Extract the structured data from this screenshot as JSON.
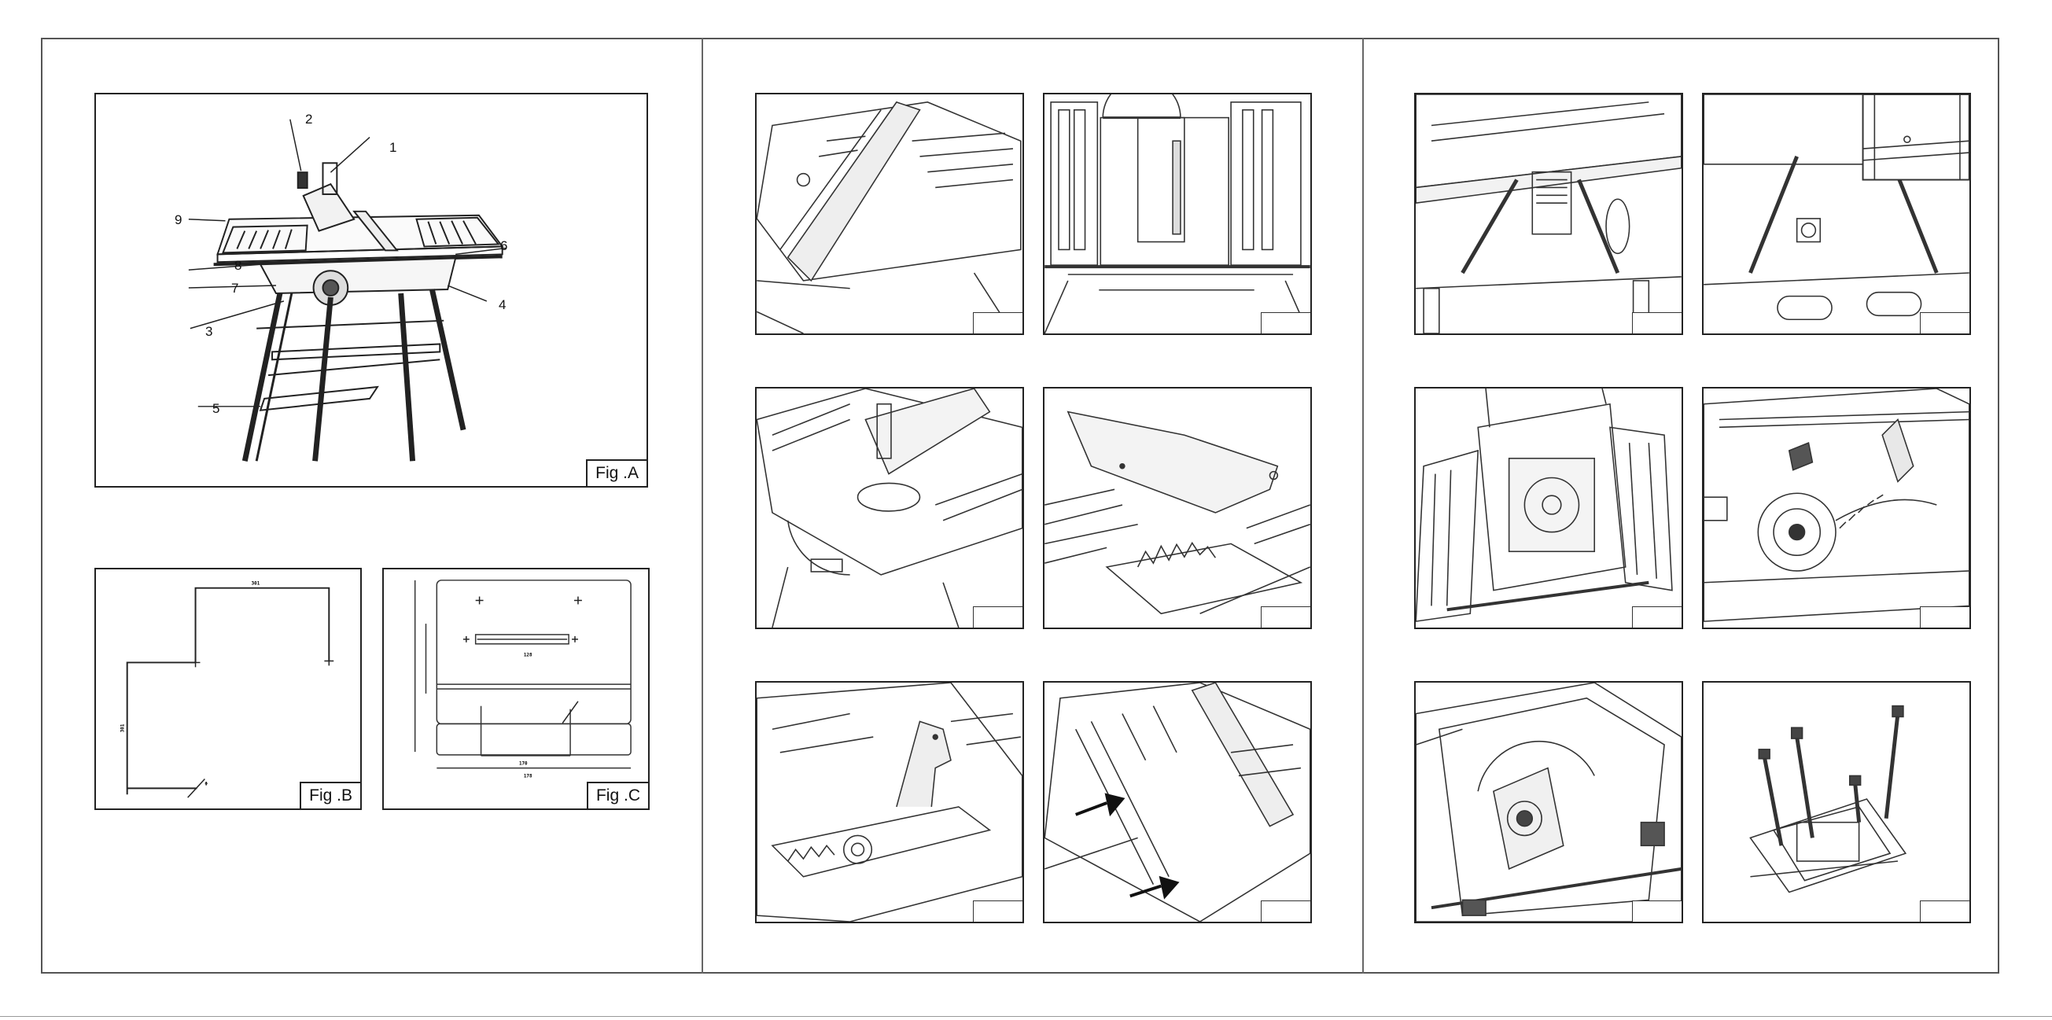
{
  "figures": {
    "fig_a": {
      "label": "Fig .A",
      "callouts": [
        "1",
        "2",
        "3",
        "4",
        "5",
        "6",
        "7",
        "8",
        "9"
      ]
    },
    "fig_b": {
      "label": "Fig .B",
      "dims": {
        "top": "301",
        "left": "301",
        "mark": "Φ"
      }
    },
    "fig_c": {
      "label": "Fig .C",
      "dims": {
        "a": "178",
        "b": "170",
        "c": "128"
      }
    }
  },
  "steps": [
    {
      "id": "p2-r1-l"
    },
    {
      "id": "p2-r1-r"
    },
    {
      "id": "p2-r2-l"
    },
    {
      "id": "p2-r2-r"
    },
    {
      "id": "p2-r3-l"
    },
    {
      "id": "p2-r3-r"
    },
    {
      "id": "p3-r1-l"
    },
    {
      "id": "p3-r1-r"
    },
    {
      "id": "p3-r2-l"
    },
    {
      "id": "p3-r2-r"
    },
    {
      "id": "p3-r3-l"
    },
    {
      "id": "p3-r3-r"
    }
  ]
}
